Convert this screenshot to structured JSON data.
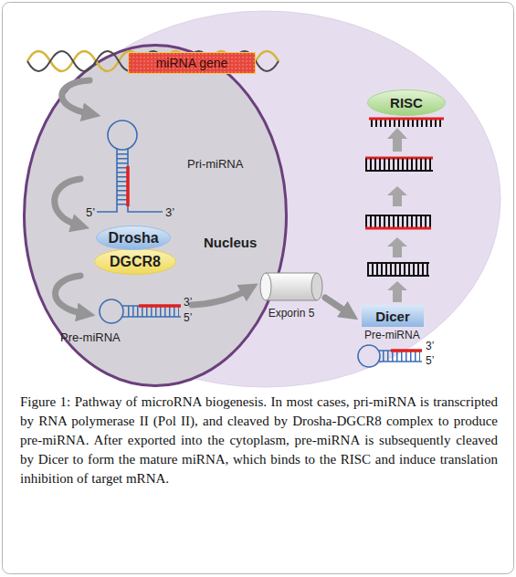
{
  "diagram": {
    "caption": "Figure 1: Pathway of microRNA biogenesis. In most cases, pri-miRNA is transcripted by RNA polymerase II (Pol II), and cleaved by Drosha-DGCR8 complex to produce pre-miRNA. After exported into the cytoplasm, pre-miRNA is subsequently cleaved by Dicer to form the mature miRNA, which binds to the RISC and induce translation inhibition of target mRNA.",
    "nodes": [
      {
        "text": [
          "Nucleus"
        ]
      },
      {
        "text": [
          "miRNA gene"
        ],
        "in": 0
      },
      {
        "text": [
          "Drosha"
        ],
        "in": 0
      },
      {
        "text": [
          "DGCR8"
        ],
        "in": 0
      },
      {
        "text": [
          "Exporin 5"
        ]
      },
      {
        "text": [
          "Dicer"
        ]
      },
      {
        "text": [
          "RISC"
        ]
      }
    ],
    "labels": [
      "Pri-miRNA",
      "5’",
      "3’",
      "Pre-miRNA",
      "3’",
      "5’",
      "Pre-miRNA",
      "3’",
      "5’"
    ]
  }
}
